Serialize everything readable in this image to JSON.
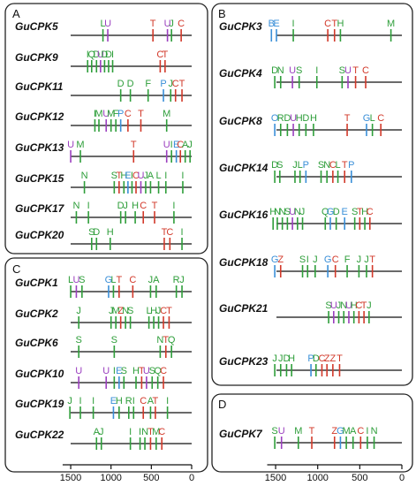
{
  "colors": {
    "green": "#2e9e3a",
    "red": "#d2392a",
    "purple": "#9b3fbf",
    "blue": "#3a8fd8",
    "dark": "#555555",
    "line": "#111111",
    "frame": "#222222"
  },
  "letter_colors": {
    "A": "green",
    "B": "blue",
    "C": "red",
    "D": "green",
    "E": "blue",
    "F": "green",
    "G": "blue",
    "H": "green",
    "I": "green",
    "J": "green",
    "L": "green",
    "M": "green",
    "N": "green",
    "O": "blue",
    "P": "blue",
    "Q": "green",
    "R": "green",
    "S": "green",
    "T": "red",
    "U": "purple",
    "Z": "red"
  },
  "axis": {
    "min": 0,
    "max": 1600,
    "ticks": [
      {
        "value": 1500,
        "label": "1500"
      },
      {
        "value": 1000,
        "label": "1000"
      },
      {
        "value": 500,
        "label": "500"
      },
      {
        "value": 0,
        "label": "0"
      }
    ]
  },
  "panels": [
    {
      "letter": "A",
      "genes": [
        {
          "name": "GuCPK5",
          "elements": [
            {
              "l": "L",
              "p": 1100
            },
            {
              "l": "U",
              "p": 1040
            },
            {
              "l": "T",
              "p": 480
            },
            {
              "l": "U",
              "p": 300
            },
            {
              "l": "J",
              "p": 250
            },
            {
              "l": "C",
              "p": 130
            }
          ]
        },
        {
          "name": "GuCPK9",
          "elements": [
            {
              "l": "I",
              "p": 1290
            },
            {
              "l": "Q",
              "p": 1240
            },
            {
              "l": "D",
              "p": 1180
            },
            {
              "l": "U",
              "p": 1130
            },
            {
              "l": "D",
              "p": 1080
            },
            {
              "l": "D",
              "p": 1030
            },
            {
              "l": "I",
              "p": 980
            },
            {
              "l": "C",
              "p": 390
            },
            {
              "l": "T",
              "p": 330
            }
          ]
        },
        {
          "name": "GuCPK11",
          "elements": [
            {
              "l": "D",
              "p": 880
            },
            {
              "l": "D",
              "p": 760
            },
            {
              "l": "F",
              "p": 540
            },
            {
              "l": "P",
              "p": 350
            },
            {
              "l": "J",
              "p": 260
            },
            {
              "l": "C",
              "p": 200
            },
            {
              "l": "T",
              "p": 120
            }
          ]
        },
        {
          "name": "GuCPK12",
          "elements": [
            {
              "l": "I",
              "p": 1200
            },
            {
              "l": "M",
              "p": 1150
            },
            {
              "l": "U",
              "p": 1060
            },
            {
              "l": "M",
              "p": 1000
            },
            {
              "l": "F",
              "p": 940
            },
            {
              "l": "P",
              "p": 880
            },
            {
              "l": "C",
              "p": 790
            },
            {
              "l": "T",
              "p": 630
            },
            {
              "l": "M",
              "p": 310
            }
          ]
        },
        {
          "name": "GuCPK13",
          "elements": [
            {
              "l": "U",
              "p": 1500
            },
            {
              "l": "M",
              "p": 1380
            },
            {
              "l": "T",
              "p": 720
            },
            {
              "l": "U",
              "p": 310
            },
            {
              "l": "I",
              "p": 250
            },
            {
              "l": "E",
              "p": 190
            },
            {
              "l": "C",
              "p": 140
            },
            {
              "l": "A",
              "p": 80
            },
            {
              "l": "J",
              "p": 20
            }
          ]
        },
        {
          "name": "GuCPK15",
          "elements": [
            {
              "l": "N",
              "p": 1330
            },
            {
              "l": "S",
              "p": 960
            },
            {
              "l": "T",
              "p": 900
            },
            {
              "l": "H",
              "p": 840
            },
            {
              "l": "E",
              "p": 790
            },
            {
              "l": "I",
              "p": 740
            },
            {
              "l": "C",
              "p": 690
            },
            {
              "l": "U",
              "p": 630
            },
            {
              "l": "J",
              "p": 570
            },
            {
              "l": "A",
              "p": 510
            },
            {
              "l": "L",
              "p": 410
            },
            {
              "l": "I",
              "p": 320
            },
            {
              "l": "I",
              "p": 110
            }
          ]
        },
        {
          "name": "GuCPK17",
          "elements": [
            {
              "l": "N",
              "p": 1430
            },
            {
              "l": "I",
              "p": 1280
            },
            {
              "l": "D",
              "p": 880
            },
            {
              "l": "J",
              "p": 820
            },
            {
              "l": "H",
              "p": 700
            },
            {
              "l": "C",
              "p": 600
            },
            {
              "l": "T",
              "p": 460
            },
            {
              "l": "I",
              "p": 220
            }
          ]
        },
        {
          "name": "GuCPK20",
          "elements": [
            {
              "l": "S",
              "p": 1240
            },
            {
              "l": "D",
              "p": 1180
            },
            {
              "l": "H",
              "p": 1010
            },
            {
              "l": "T",
              "p": 340
            },
            {
              "l": "C",
              "p": 270
            },
            {
              "l": "I",
              "p": 120
            }
          ]
        }
      ]
    },
    {
      "letter": "B",
      "genes": [
        {
          "name": "GuCPK3",
          "elements": [
            {
              "l": "B",
              "p": 1550
            },
            {
              "l": "E",
              "p": 1490
            },
            {
              "l": "I",
              "p": 1290
            },
            {
              "l": "C",
              "p": 880
            },
            {
              "l": "T",
              "p": 800
            },
            {
              "l": "H",
              "p": 730
            },
            {
              "l": "M",
              "p": 130
            }
          ]
        },
        {
          "name": "GuCPK4",
          "elements": [
            {
              "l": "D",
              "p": 1510
            },
            {
              "l": "N",
              "p": 1440
            },
            {
              "l": "U",
              "p": 1300
            },
            {
              "l": "S",
              "p": 1220
            },
            {
              "l": "I",
              "p": 1010
            },
            {
              "l": "S",
              "p": 710
            },
            {
              "l": "U",
              "p": 640
            },
            {
              "l": "T",
              "p": 550
            },
            {
              "l": "C",
              "p": 430
            }
          ]
        },
        {
          "name": "GuCPK8",
          "elements": [
            {
              "l": "O",
              "p": 1510
            },
            {
              "l": "R",
              "p": 1440
            },
            {
              "l": "D",
              "p": 1360
            },
            {
              "l": "U",
              "p": 1290
            },
            {
              "l": "H",
              "p": 1220
            },
            {
              "l": "D",
              "p": 1140
            },
            {
              "l": "H",
              "p": 1050
            },
            {
              "l": "T",
              "p": 650
            },
            {
              "l": "G",
              "p": 420
            },
            {
              "l": "L",
              "p": 350
            },
            {
              "l": "C",
              "p": 250
            }
          ]
        },
        {
          "name": "GuCPK14",
          "elements": [
            {
              "l": "D",
              "p": 1510
            },
            {
              "l": "S",
              "p": 1450
            },
            {
              "l": "J",
              "p": 1270
            },
            {
              "l": "L",
              "p": 1210
            },
            {
              "l": "P",
              "p": 1140
            },
            {
              "l": "S",
              "p": 960
            },
            {
              "l": "N",
              "p": 890
            },
            {
              "l": "C",
              "p": 820
            },
            {
              "l": "L",
              "p": 760
            },
            {
              "l": "T",
              "p": 680
            },
            {
              "l": "P",
              "p": 600
            }
          ]
        },
        {
          "name": "GuCPK16",
          "elements": [
            {
              "l": "H",
              "p": 1530
            },
            {
              "l": "N",
              "p": 1480
            },
            {
              "l": "N",
              "p": 1420
            },
            {
              "l": "S",
              "p": 1360
            },
            {
              "l": "U",
              "p": 1300
            },
            {
              "l": "N",
              "p": 1240
            },
            {
              "l": "J",
              "p": 1180
            },
            {
              "l": "Q",
              "p": 910
            },
            {
              "l": "G",
              "p": 850
            },
            {
              "l": "D",
              "p": 780
            },
            {
              "l": "E",
              "p": 680
            },
            {
              "l": "S",
              "p": 560
            },
            {
              "l": "T",
              "p": 500
            },
            {
              "l": "H",
              "p": 440
            },
            {
              "l": "C",
              "p": 380
            }
          ]
        },
        {
          "name": "GuCPK18",
          "elements": [
            {
              "l": "G",
              "p": 1510
            },
            {
              "l": "Z",
              "p": 1440
            },
            {
              "l": "S",
              "p": 1180
            },
            {
              "l": "I",
              "p": 1120
            },
            {
              "l": "J",
              "p": 1030
            },
            {
              "l": "G",
              "p": 880
            },
            {
              "l": "C",
              "p": 790
            },
            {
              "l": "F",
              "p": 650
            },
            {
              "l": "J",
              "p": 510
            },
            {
              "l": "J",
              "p": 420
            },
            {
              "l": "T",
              "p": 350
            }
          ]
        },
        {
          "name": "GuCPK21",
          "elements": [
            {
              "l": "S",
              "p": 870
            },
            {
              "l": "U",
              "p": 810
            },
            {
              "l": "J",
              "p": 750
            },
            {
              "l": "N",
              "p": 690
            },
            {
              "l": "U",
              "p": 630
            },
            {
              "l": "H",
              "p": 570
            },
            {
              "l": "C",
              "p": 510
            },
            {
              "l": "T",
              "p": 450
            },
            {
              "l": "J",
              "p": 390
            }
          ]
        },
        {
          "name": "GuCPK23",
          "elements": [
            {
              "l": "J",
              "p": 1510
            },
            {
              "l": "J",
              "p": 1440
            },
            {
              "l": "D",
              "p": 1370
            },
            {
              "l": "H",
              "p": 1310
            },
            {
              "l": "P",
              "p": 1080
            },
            {
              "l": "D",
              "p": 1020
            },
            {
              "l": "C",
              "p": 950
            },
            {
              "l": "Z",
              "p": 890
            },
            {
              "l": "Z",
              "p": 820
            },
            {
              "l": "T",
              "p": 740
            }
          ]
        }
      ]
    },
    {
      "letter": "C",
      "genes": [
        {
          "name": "GuCPK1",
          "elements": [
            {
              "l": "L",
              "p": 1500
            },
            {
              "l": "U",
              "p": 1430
            },
            {
              "l": "S",
              "p": 1360
            },
            {
              "l": "G",
              "p": 1030
            },
            {
              "l": "L",
              "p": 970
            },
            {
              "l": "T",
              "p": 900
            },
            {
              "l": "C",
              "p": 730
            },
            {
              "l": "J",
              "p": 510
            },
            {
              "l": "A",
              "p": 440
            },
            {
              "l": "R",
              "p": 190
            },
            {
              "l": "J",
              "p": 120
            }
          ]
        },
        {
          "name": "GuCPK2",
          "elements": [
            {
              "l": "J",
              "p": 1400
            },
            {
              "l": "J",
              "p": 1000
            },
            {
              "l": "M",
              "p": 940
            },
            {
              "l": "Z",
              "p": 880
            },
            {
              "l": "N",
              "p": 820
            },
            {
              "l": "S",
              "p": 760
            },
            {
              "l": "L",
              "p": 530
            },
            {
              "l": "H",
              "p": 470
            },
            {
              "l": "J",
              "p": 410
            },
            {
              "l": "C",
              "p": 350
            },
            {
              "l": "T",
              "p": 280
            }
          ]
        },
        {
          "name": "GuCPK6",
          "elements": [
            {
              "l": "S",
              "p": 1400
            },
            {
              "l": "S",
              "p": 960
            },
            {
              "l": "N",
              "p": 390
            },
            {
              "l": "T",
              "p": 320
            },
            {
              "l": "Q",
              "p": 250
            }
          ]
        },
        {
          "name": "GuCPK10",
          "elements": [
            {
              "l": "U",
              "p": 1400
            },
            {
              "l": "U",
              "p": 1060
            },
            {
              "l": "I",
              "p": 960
            },
            {
              "l": "E",
              "p": 900
            },
            {
              "l": "S",
              "p": 840
            },
            {
              "l": "H",
              "p": 690
            },
            {
              "l": "T",
              "p": 620
            },
            {
              "l": "U",
              "p": 560
            },
            {
              "l": "S",
              "p": 490
            },
            {
              "l": "Q",
              "p": 420
            },
            {
              "l": "C",
              "p": 350
            }
          ]
        },
        {
          "name": "GuCPK19",
          "elements": [
            {
              "l": "J",
              "p": 1510
            },
            {
              "l": "I",
              "p": 1380
            },
            {
              "l": "I",
              "p": 1220
            },
            {
              "l": "E",
              "p": 970
            },
            {
              "l": "H",
              "p": 900
            },
            {
              "l": "R",
              "p": 780
            },
            {
              "l": "I",
              "p": 720
            },
            {
              "l": "C",
              "p": 600
            },
            {
              "l": "A",
              "p": 510
            },
            {
              "l": "T",
              "p": 450
            },
            {
              "l": "I",
              "p": 300
            }
          ]
        },
        {
          "name": "GuCPK22",
          "elements": [
            {
              "l": "A",
              "p": 1180
            },
            {
              "l": "J",
              "p": 1120
            },
            {
              "l": "I",
              "p": 760
            },
            {
              "l": "I",
              "p": 640
            },
            {
              "l": "N",
              "p": 580
            },
            {
              "l": "T",
              "p": 510
            },
            {
              "l": "M",
              "p": 440
            },
            {
              "l": "C",
              "p": 370
            }
          ]
        }
      ]
    },
    {
      "letter": "D",
      "genes": [
        {
          "name": "GuCPK7",
          "elements": [
            {
              "l": "S",
              "p": 1510
            },
            {
              "l": "U",
              "p": 1430
            },
            {
              "l": "M",
              "p": 1230
            },
            {
              "l": "T",
              "p": 1070
            },
            {
              "l": "Z",
              "p": 800
            },
            {
              "l": "G",
              "p": 730
            },
            {
              "l": "M",
              "p": 660
            },
            {
              "l": "A",
              "p": 580
            },
            {
              "l": "C",
              "p": 490
            },
            {
              "l": "I",
              "p": 410
            },
            {
              "l": "N",
              "p": 330
            }
          ]
        }
      ]
    }
  ]
}
